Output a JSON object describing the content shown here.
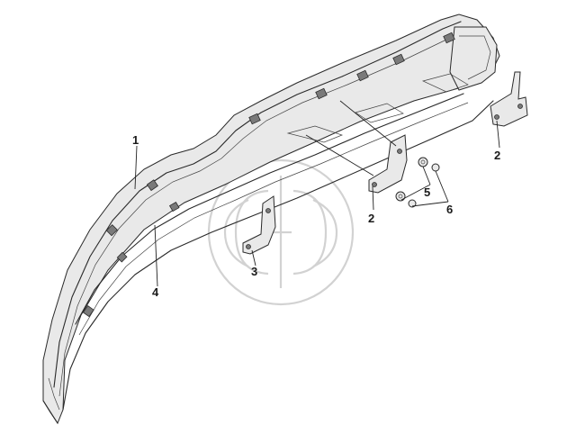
{
  "callouts": [
    {
      "id": "1",
      "label": "1"
    },
    {
      "id": "2a",
      "label": "2"
    },
    {
      "id": "2b",
      "label": "2"
    },
    {
      "id": "3",
      "label": "3"
    },
    {
      "id": "4",
      "label": "4"
    },
    {
      "id": "5",
      "label": "5"
    },
    {
      "id": "6",
      "label": "6"
    }
  ],
  "colors": {
    "line": "#2a2a2a",
    "watermark": "#d2d2d2"
  }
}
